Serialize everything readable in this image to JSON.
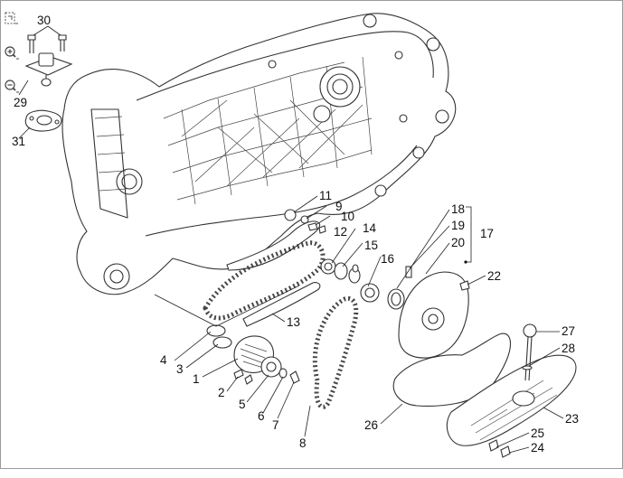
{
  "toolbar": {
    "fit_icon": "fit-page-icon",
    "zoom_in_icon": "zoom-in-icon",
    "zoom_out_icon": "zoom-out-icon"
  },
  "callouts": {
    "c1": "1",
    "c2": "2",
    "c3": "3",
    "c4": "4",
    "c5": "5",
    "c6": "6",
    "c7": "7",
    "c8": "8",
    "c9": "9",
    "c10": "10",
    "c11": "11",
    "c12": "12",
    "c13": "13",
    "c14": "14",
    "c15": "15",
    "c16": "16",
    "c17": "17",
    "c18": "18",
    "c19": "19",
    "c20": "20",
    "c22": "22",
    "c23": "23",
    "c24": "24",
    "c25": "25",
    "c26": "26",
    "c27": "27",
    "c28": "28",
    "c29": "29",
    "c30": "30",
    "c31": "31"
  }
}
